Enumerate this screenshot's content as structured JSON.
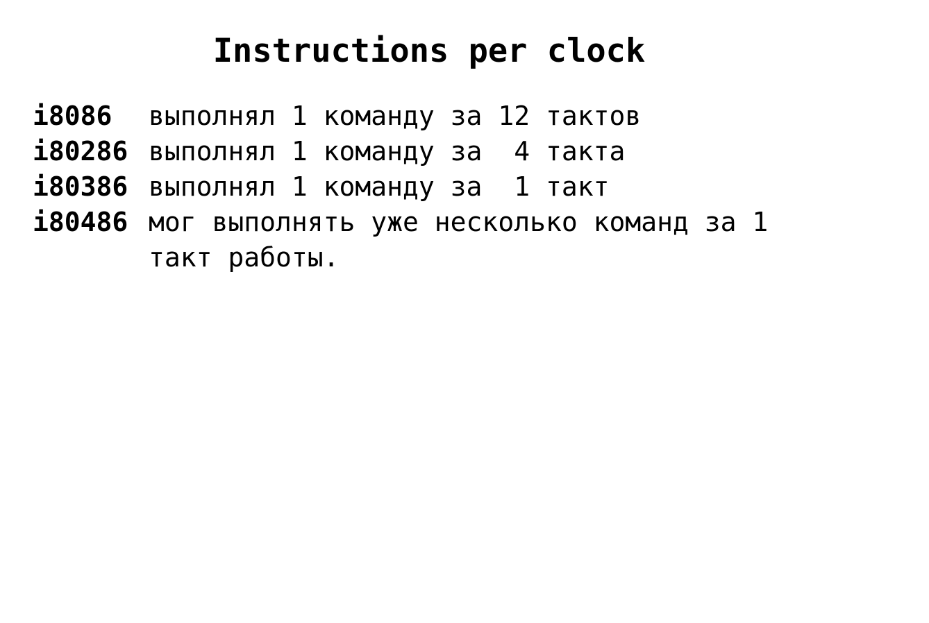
{
  "slide": {
    "title": "Instructions per clock",
    "rows": [
      {
        "cpu": "i8086",
        "text": "выполнял 1 команду за 12 тактов"
      },
      {
        "cpu": "i80286",
        "text": "выполнял 1 команду за  4 такта"
      },
      {
        "cpu": "i80386",
        "text": "выполнял 1 команду за  1 такт"
      },
      {
        "cpu": "i80486",
        "text": "мог выполнять уже несколько команд за 1 такт работы."
      }
    ]
  }
}
